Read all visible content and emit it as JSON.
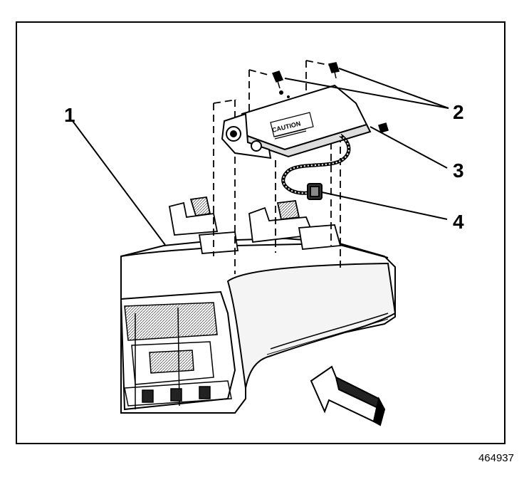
{
  "figure": {
    "number": "464937",
    "callouts": {
      "c1": "1",
      "c2": "2",
      "c3": "3",
      "c4": "4"
    },
    "labels": {
      "module_caution_line1": "CAUTION"
    }
  }
}
